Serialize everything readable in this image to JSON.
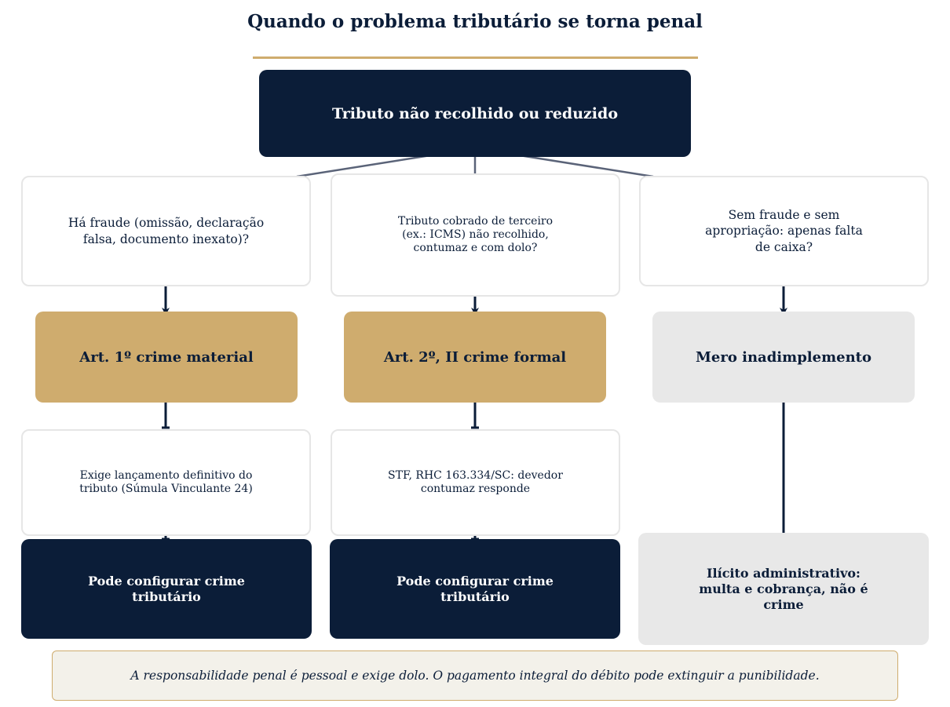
{
  "title": "Quando o problema tributário se torna penal",
  "root": "Tributo não recolhido ou reduzido",
  "columns": [
    {
      "question": "Há fraude (omissão, declaração falsa, documento inexato)?",
      "classification": "Art. 1º crime material",
      "detail": "Exige lançamento definitivo do tributo (Súmula Vinculante 24)",
      "outcome": "Pode configurar crime tributário"
    },
    {
      "question": "Tributo cobrado de terceiro (ex.: ICMS) não recolhido, contumaz e com dolo?",
      "classification": "Art. 2º, II crime formal",
      "detail": "STF, RHC 163.334/SC: devedor contumaz responde",
      "outcome": "Pode configurar crime tributário"
    },
    {
      "question": "Sem fraude e sem apropriação: apenas falta de caixa?",
      "classification": "Mero inadimplemento",
      "outcome": "Ilícito administrativo: multa e cobrança, não é crime"
    }
  ],
  "footer_note": "A responsabilidade penal é pessoal e exige dolo. O pagamento integral do débito pode extinguir a punibilidade.",
  "colors": {
    "navy": "#0b1d38",
    "gold": "#cfac6e",
    "gray": "#e8e8e8",
    "connector": "#5a6378"
  }
}
